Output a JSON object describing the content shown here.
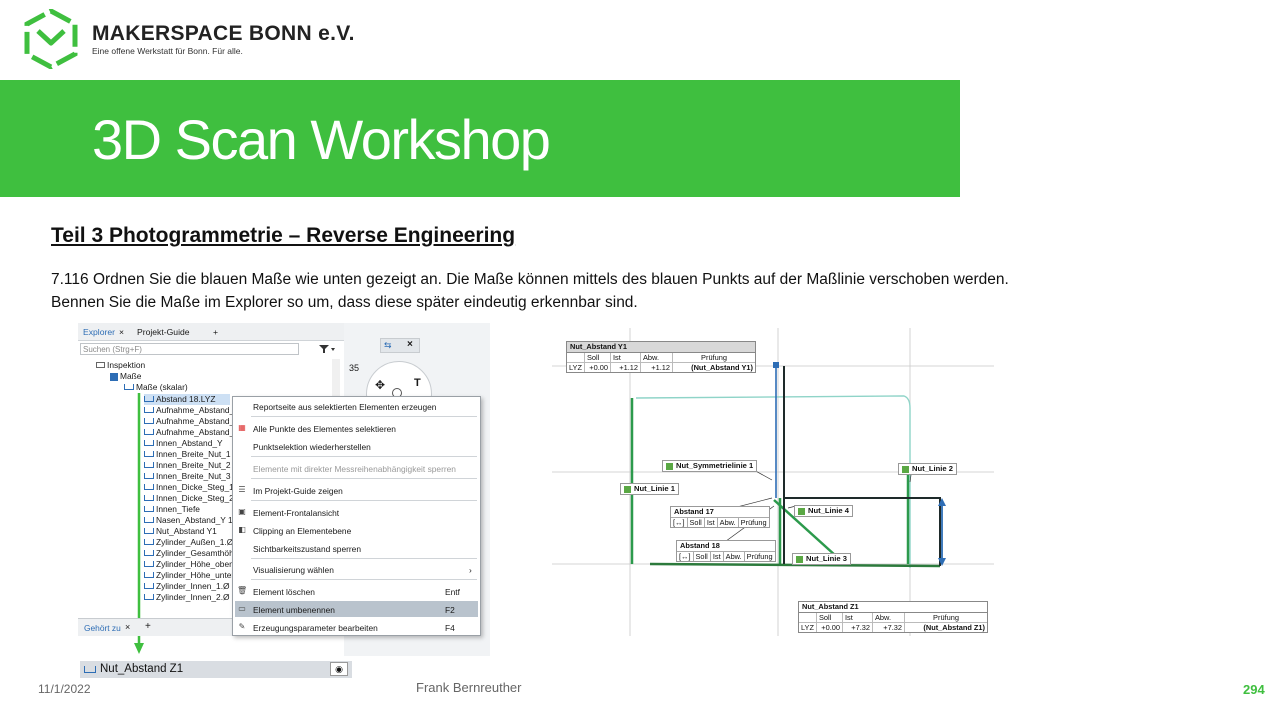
{
  "header": {
    "logo_name": "MAKERSPACE BONN e.V.",
    "logo_tagline": "Eine offene Werkstatt für Bonn. Für alle.",
    "banner_title": "3D Scan Workshop"
  },
  "content": {
    "subtitle": "Teil 3  Photogrammetrie  – Reverse Engineering",
    "instruction_line1": "7.116 Ordnen Sie die blauen Maße wie unten gezeigt an. Die Maße können mittels des blauen Punkts auf der Maßlinie verschoben werden.",
    "instruction_line2": "Bennen Sie die Maße im Explorer so um, dass diese später eindeutig erkennbar sind."
  },
  "explorer": {
    "tab_explorer": "Explorer",
    "tab_close": "×",
    "tab_project": "Projekt-Guide",
    "tab_add": "+",
    "search_placeholder": "Suchen (Strg+F)",
    "side_number": "35",
    "tree": [
      {
        "label": "Inspektion"
      },
      {
        "label": "Maße"
      },
      {
        "label": "Maße (skalar)"
      },
      {
        "label": "Abstand 18.LYZ"
      },
      {
        "label": "Aufnahme_Abstand_"
      },
      {
        "label": "Aufnahme_Abstand_"
      },
      {
        "label": "Aufnahme_Abstand_"
      },
      {
        "label": "Innen_Abstand_Y"
      },
      {
        "label": "Innen_Breite_Nut_1"
      },
      {
        "label": "Innen_Breite_Nut_2"
      },
      {
        "label": "Innen_Breite_Nut_3"
      },
      {
        "label": "Innen_Dicke_Steg_1"
      },
      {
        "label": "Innen_Dicke_Steg_2"
      },
      {
        "label": "Innen_Tiefe"
      },
      {
        "label": "Nasen_Abstand_Y 1"
      },
      {
        "label": "Nut_Abstand Y1"
      },
      {
        "label": "Zylinder_Außen_1.Ø"
      },
      {
        "label": "Zylinder_Gesamthöhe"
      },
      {
        "label": "Zylinder_Höhe_oben_"
      },
      {
        "label": "Zylinder_Höhe_unter"
      },
      {
        "label": "Zylinder_Innen_1.Ø"
      },
      {
        "label": "Zylinder_Innen_2.Ø"
      }
    ],
    "bottom_tab": "Gehört zu",
    "bottom_close": "×",
    "bottom_add": "+",
    "renamed_item": "Nut_Abstand Z1"
  },
  "context_menu": {
    "items": [
      {
        "label": "Reportseite aus selektierten Elementen erzeugen",
        "key": ""
      },
      {
        "label": "Alle Punkte des Elementes selektieren",
        "key": ""
      },
      {
        "label": "Punktselektion wiederherstellen",
        "key": ""
      },
      {
        "label": "Elemente mit direkter Messreihenabhängigkeit sperren",
        "key": ""
      },
      {
        "label": "Im Projekt-Guide zeigen",
        "key": ""
      },
      {
        "label": "Element-Frontalansicht",
        "key": ""
      },
      {
        "label": "Clipping an Elementebene",
        "key": ""
      },
      {
        "label": "Sichtbarkeitszustand sperren",
        "key": ""
      },
      {
        "label": "Visualisierung wählen",
        "key": "›"
      },
      {
        "label": "Element löschen",
        "key": "Entf"
      },
      {
        "label": "Element umbenennen",
        "key": "F2"
      },
      {
        "label": "Erzeugungsparameter bearbeiten",
        "key": "F4"
      }
    ]
  },
  "viewport": {
    "table_y1": {
      "title": "Nut_Abstand Y1",
      "headers": [
        "",
        "Soll",
        "Ist",
        "Abw.",
        "Prüfung"
      ],
      "row": [
        "LYZ",
        "+0.00",
        "+1.12",
        "+1.12",
        "(Nut_Abstand Y1)"
      ]
    },
    "table_z1": {
      "title": "Nut_Abstand Z1",
      "headers": [
        "",
        "Soll",
        "Ist",
        "Abw.",
        "Prüfung"
      ],
      "row": [
        "LYZ",
        "+0.00",
        "+7.32",
        "+7.32",
        "(Nut_Abstand Z1)"
      ]
    },
    "labels": {
      "symmetry": "Nut_Symmetrielinie 1",
      "linie1": "Nut_Linie 1",
      "linie2": "Nut_Linie 2",
      "linie3": "Nut_Linie 3",
      "linie4": "Nut_Linie 4"
    },
    "abstand17": {
      "title": "Abstand 17",
      "cells": [
        "[↔]",
        "Soll",
        "Ist",
        "Abw.",
        "Prüfung"
      ]
    },
    "abstand18": {
      "title": "Abstand 18",
      "cells": [
        "[↔]",
        "Soll",
        "Ist",
        "Abw.",
        "Prüfung"
      ]
    }
  },
  "footer": {
    "date": "11/1/2022",
    "author": "Frank Bernreuther",
    "page": "294"
  },
  "colors": {
    "brand_green": "#3fbf3f",
    "measure_blue": "#2d6db5"
  }
}
